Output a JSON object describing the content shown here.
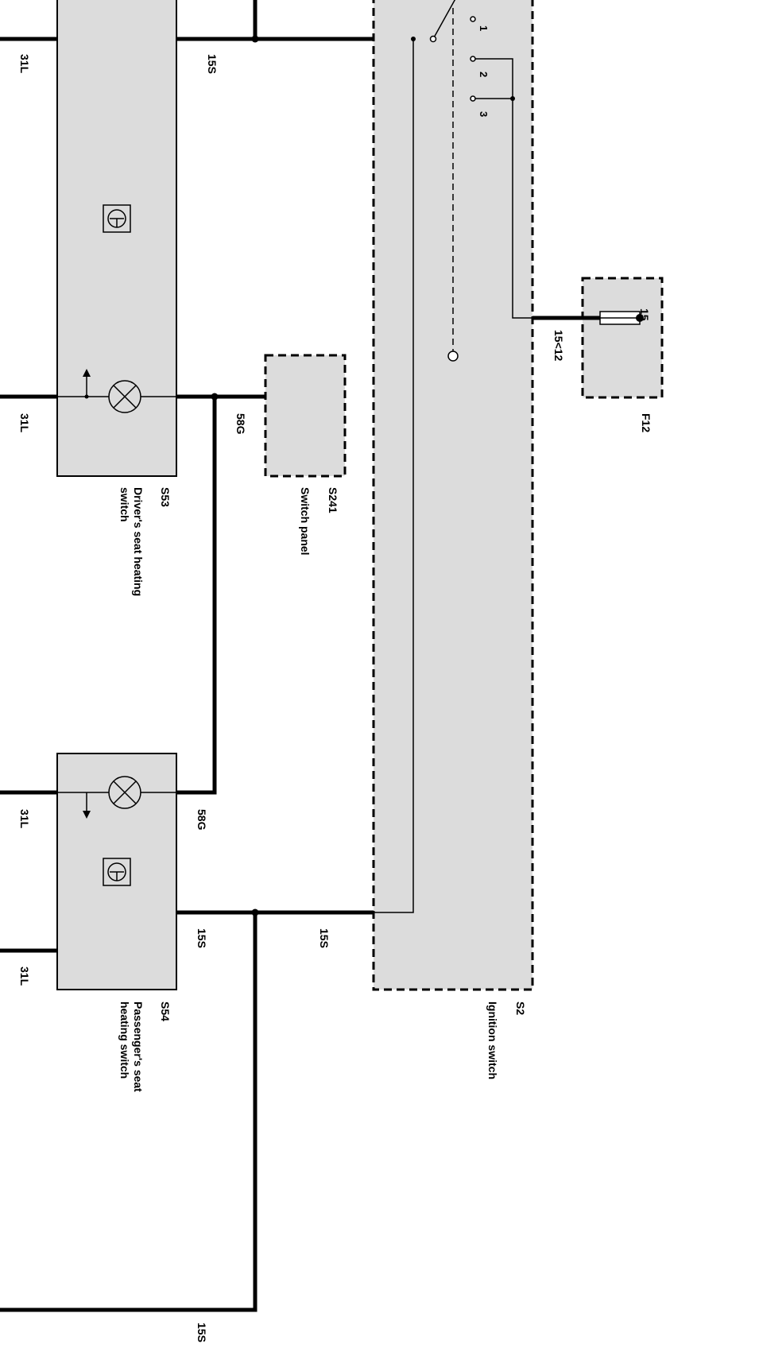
{
  "wire_labels": {
    "w1": "31L",
    "w2": "15S",
    "w3": "31L",
    "w4": "58G",
    "w5": "31L",
    "w6": "58G",
    "w7": "15S",
    "w8": "15S",
    "w9": "31L",
    "w10": "15S",
    "w11": "15<12",
    "w12": "15"
  },
  "switch_positions": {
    "p1": "1",
    "p2": "2",
    "p3": "3"
  },
  "components": {
    "s53": {
      "code": "S53",
      "line1": "Driver's seat heating",
      "line2": "switch"
    },
    "s241": {
      "code": "S241",
      "line1": "Switch panel"
    },
    "s54": {
      "code": "S54",
      "line1": "Passenger's seat",
      "line2": "heating switch"
    },
    "s2": {
      "code": "S2",
      "line1": "Ignition switch"
    },
    "f12": {
      "code": "F12"
    }
  }
}
